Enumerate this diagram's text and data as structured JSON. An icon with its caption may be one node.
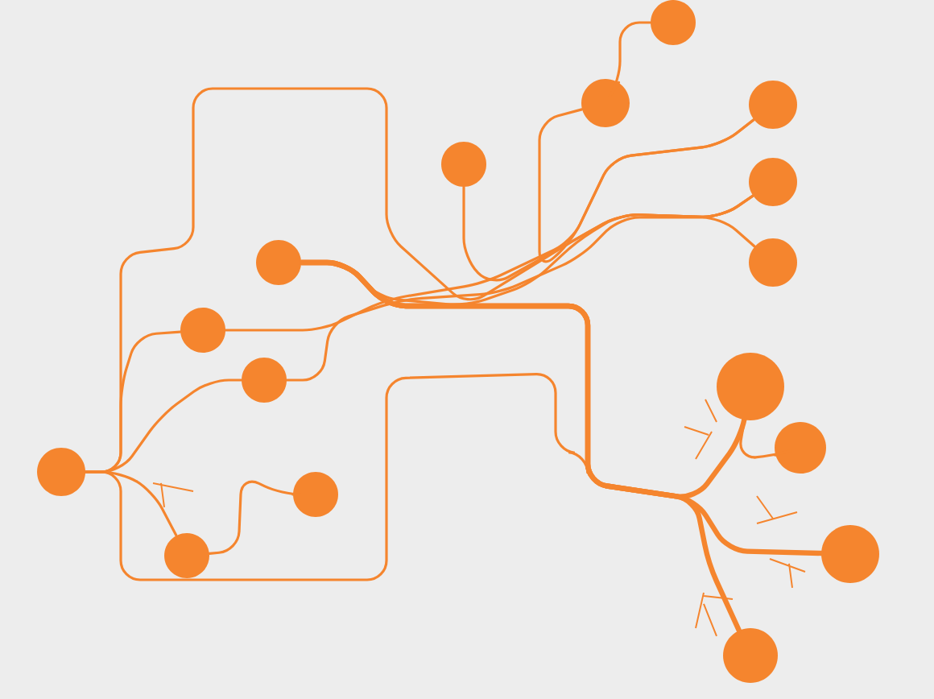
{
  "diagram": {
    "nodes": [
      {
        "text": [],
        "shape": "circle"
      },
      {
        "text": [],
        "shape": "circle"
      },
      {
        "text": [],
        "shape": "circle"
      },
      {
        "text": [],
        "shape": "circle"
      },
      {
        "text": [],
        "shape": "circle"
      },
      {
        "text": [],
        "shape": "circle"
      },
      {
        "text": [],
        "shape": "circle"
      },
      {
        "text": [],
        "shape": "circle"
      },
      {
        "text": [],
        "shape": "circle"
      },
      {
        "text": [],
        "shape": "circle"
      },
      {
        "text": [],
        "shape": "circle"
      },
      {
        "text": [],
        "shape": "circle"
      },
      {
        "text": [],
        "shape": "circle"
      },
      {
        "text": [],
        "shape": "circle"
      },
      {
        "text": [],
        "shape": "circle"
      },
      {
        "text": [],
        "shape": "circle"
      }
    ],
    "edges": [
      {
        "from": 0,
        "to": 1,
        "arrow": "none"
      },
      {
        "from": 0,
        "to": 3,
        "arrow": "none"
      },
      {
        "from": 3,
        "to": 12,
        "arrow": "none"
      },
      {
        "from": 4,
        "to": 11,
        "arrow": "none"
      },
      {
        "from": 2,
        "to": 10,
        "arrow": "none"
      },
      {
        "from": 6,
        "to": 11,
        "arrow": "none"
      },
      {
        "from": 7,
        "to": 10,
        "arrow": "none"
      },
      {
        "from": 8,
        "to": 7,
        "arrow": "none"
      },
      {
        "from": 1,
        "to": 5,
        "arrow": "none"
      },
      {
        "from": 4,
        "to": 9,
        "arrow": "none",
        "style": "thick"
      },
      {
        "from": 9,
        "to": 13,
        "arrow": "none"
      },
      {
        "from": 4,
        "to": 15,
        "arrow": "none",
        "style": "thick"
      },
      {
        "from": 4,
        "to": 14,
        "arrow": "none",
        "style": "thick"
      },
      {
        "from": 0,
        "to": 11,
        "arrow": "none"
      },
      {
        "from": 0,
        "to": 14,
        "arrow": "none"
      },
      {
        "from": 2,
        "to": 0,
        "arrow": "none"
      }
    ]
  }
}
